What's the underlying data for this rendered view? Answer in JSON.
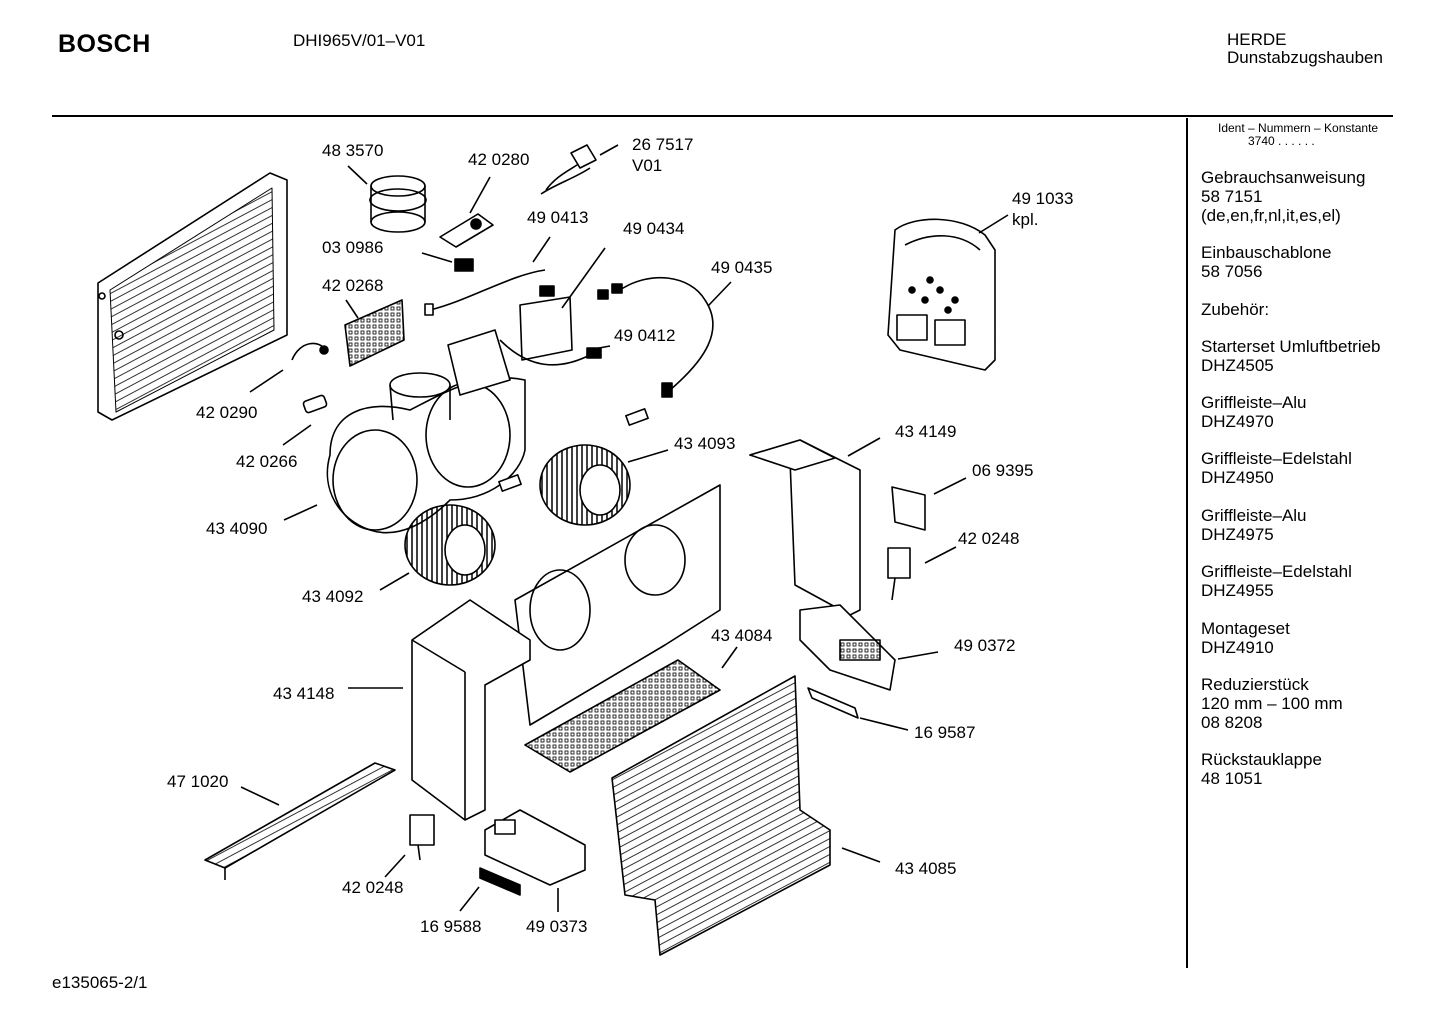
{
  "header": {
    "brand": "BOSCH",
    "model": "DHI965V/01–V01",
    "category_line1": "HERDE",
    "category_line2": "Dunstabzugshauben"
  },
  "ident": {
    "title": "Ident – Nummern – Konstante",
    "value": "3740  . .     . . . ."
  },
  "side_items": [
    {
      "lines": [
        "Gebrauchsanweisung",
        "58 7151",
        "(de,en,fr,nl,it,es,el)"
      ]
    },
    {
      "lines": [
        "Einbauschablone",
        "58 7056"
      ]
    },
    {
      "lines": [
        "Zubehör:"
      ]
    },
    {
      "lines": [
        "Starterset Umluftbetrieb",
        "DHZ4505"
      ]
    },
    {
      "lines": [
        "Griffleiste–Alu",
        "DHZ4970"
      ]
    },
    {
      "lines": [
        "Griffleiste–Edelstahl",
        "DHZ4950"
      ]
    },
    {
      "lines": [
        "Griffleiste–Alu",
        "DHZ4975"
      ]
    },
    {
      "lines": [
        "Griffleiste–Edelstahl",
        "DHZ4955"
      ]
    },
    {
      "lines": [
        "Montageset",
        "DHZ4910"
      ]
    },
    {
      "lines": [
        "Reduzierstück",
        "120 mm – 100 mm",
        "08 8208"
      ]
    },
    {
      "lines": [
        "Rückstauklappe",
        "48 1051"
      ]
    }
  ],
  "parts": {
    "p483570": "48 3570",
    "p420280": "42 0280",
    "p267517": "26 7517",
    "v01": "V01",
    "p490413": "49 0413",
    "p490434": "49 0434",
    "p030986": "03 0986",
    "p490435": "49 0435",
    "p491033": "49 1033",
    "kpl": "kpl.",
    "p420268": "42 0268",
    "p490412": "49 0412",
    "p420290": "42 0290",
    "p420266": "42 0266",
    "p434093": "43 4093",
    "p434149": "43 4149",
    "p069395": "06 9395",
    "p434090": "43 4090",
    "p420248a": "42 0248",
    "p434092": "43 4092",
    "p490372": "49 0372",
    "p434084": "43 4084",
    "p434148": "43 4148",
    "p169587": "16 9587",
    "p471020": "47 1020",
    "p434085": "43 4085",
    "p420248b": "42 0248",
    "p169588": "16 9588",
    "p490373": "49 0373"
  },
  "footer": {
    "code": "e135065-2/1"
  }
}
